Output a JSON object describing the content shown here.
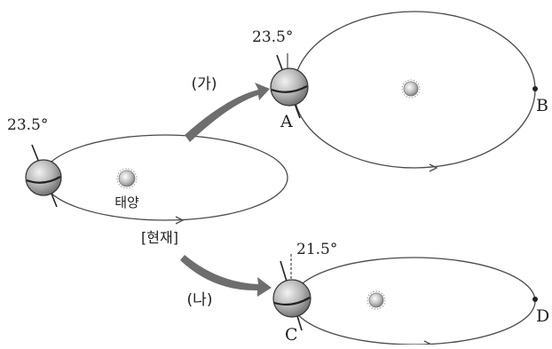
{
  "labels": {
    "tilt_now": "23.5°",
    "tilt_a": "23.5°",
    "tilt_c": "21.5°",
    "sun": "태양",
    "current": "[현재]",
    "case_ga": "(가)",
    "case_na": "(나)",
    "point_a": "A",
    "point_b": "B",
    "point_c": "C",
    "point_d": "D"
  },
  "colors": {
    "orbit": "#4a4a4a",
    "arrow": "#6e6e6e",
    "earth_light": "#e4e4e4",
    "earth_dark": "#777777"
  }
}
